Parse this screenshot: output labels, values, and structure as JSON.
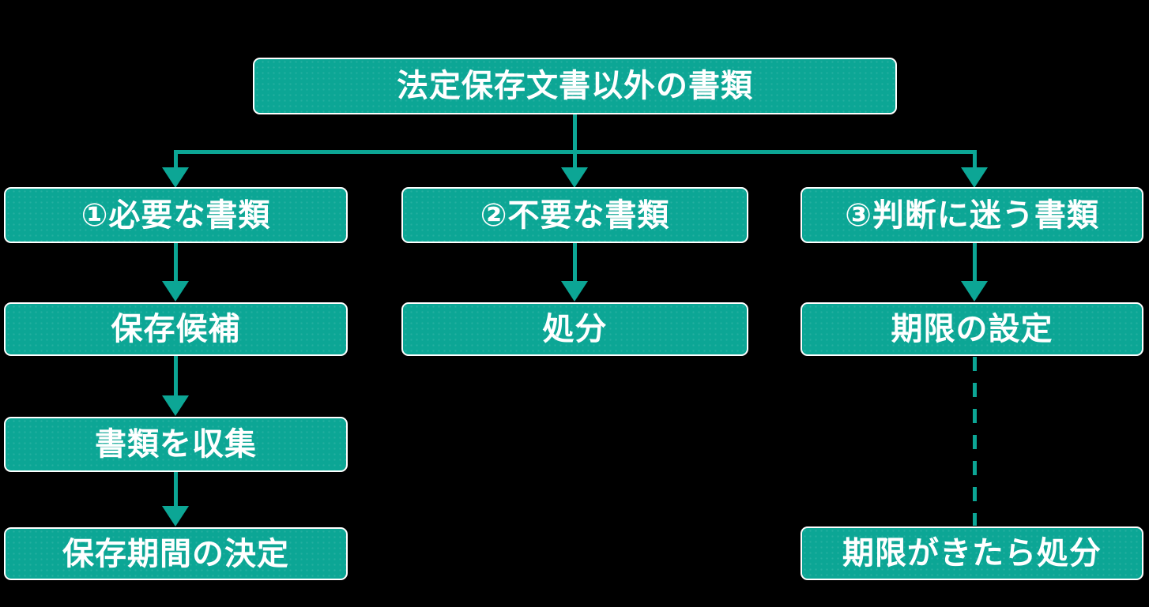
{
  "colors": {
    "background": "#000000",
    "accent": "#0ca695",
    "text": "#ffffff",
    "border": "#ffffff"
  },
  "nodes": {
    "root": "法定保存文書以外の書類",
    "b1": "①必要な書類",
    "b1c1": "保存候補",
    "b1c2": "書類を収集",
    "b1c3": "保存期間の決定",
    "b2": "②不要な書類",
    "b2c1": "処分",
    "b3": "③判断に迷う書類",
    "b3c1": "期限の設定",
    "b3c2": "期限がきたら処分"
  },
  "connectors": {
    "root_to_branches": "solid",
    "branch1_steps": "solid-arrow",
    "branch2_steps": "solid-arrow",
    "branch3_step1": "solid-arrow",
    "branch3_step2": "dashed-no-arrow"
  }
}
